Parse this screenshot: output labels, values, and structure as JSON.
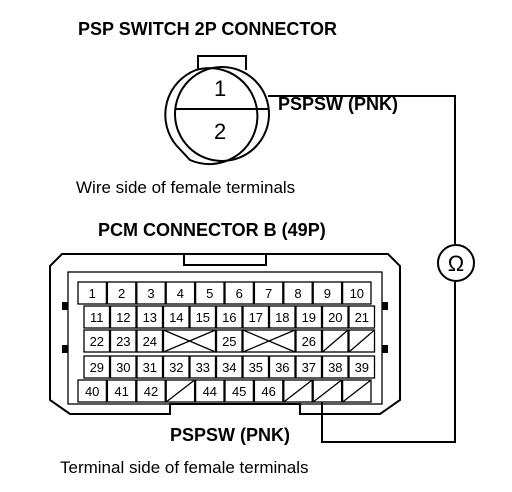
{
  "psp_connector": {
    "title": "PSP SWITCH 2P CONNECTOR",
    "pin_1": "1",
    "pin_2": "2",
    "wire_label": "PSPSW (PNK)",
    "view_label": "Wire side of female terminals"
  },
  "pcm_connector": {
    "title": "PCM CONNECTOR B (49P)",
    "wire_label": "PSPSW (PNK)",
    "view_label": "Terminal side of female terminals",
    "rows": [
      [
        "1",
        "2",
        "3",
        "4",
        "5",
        "6",
        "7",
        "8",
        "9",
        "10"
      ],
      [
        "11",
        "12",
        "13",
        "14",
        "15",
        "16",
        "17",
        "18",
        "19",
        "20",
        "21"
      ],
      [
        "22",
        "23",
        "24",
        "",
        "25",
        "",
        "26",
        "",
        ""
      ],
      [
        "29",
        "30",
        "31",
        "32",
        "33",
        "34",
        "35",
        "36",
        "37",
        "38",
        "39"
      ],
      [
        "40",
        "41",
        "42",
        "",
        "44",
        "45",
        "46",
        "",
        "",
        ""
      ]
    ]
  },
  "meter": {
    "symbol": "Ω"
  }
}
